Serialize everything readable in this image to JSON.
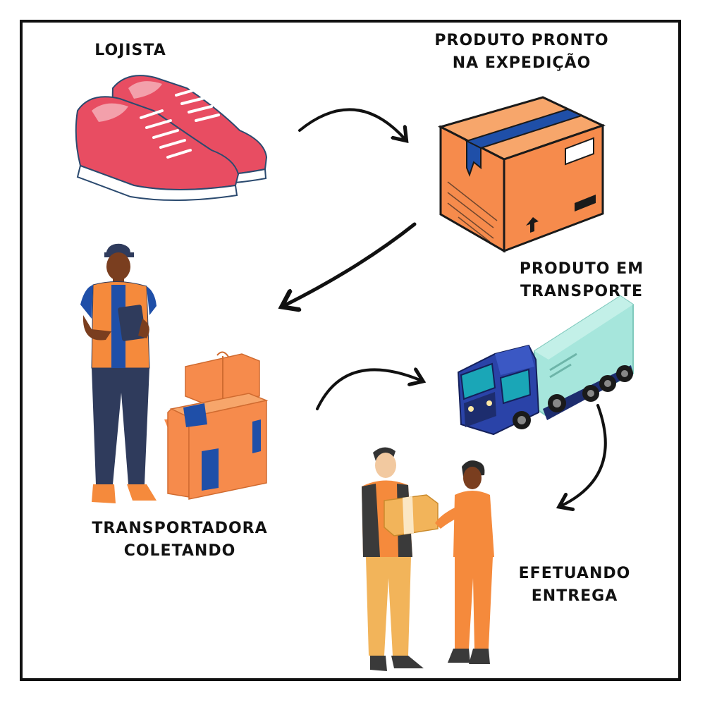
{
  "steps": [
    {
      "id": "lojista",
      "lines": [
        "LOJISTA"
      ]
    },
    {
      "id": "produto-pronto",
      "lines": [
        "PRODUTO PRONTO",
        "NA EXPEDIÇÃO"
      ]
    },
    {
      "id": "produto-em-transporte",
      "lines": [
        "PRODUTO EM",
        "TRANSPORTE"
      ]
    },
    {
      "id": "transportadora-coletando",
      "lines": [
        "TRANSPORTADORA",
        "COLETANDO"
      ]
    },
    {
      "id": "efetuando-entrega",
      "lines": [
        "EFETUANDO",
        "ENTREGA"
      ]
    }
  ],
  "colors": {
    "shoe_red": "#e84d62",
    "box_orange": "#f68b4c",
    "tape_blue": "#1f4fa8",
    "truck_blue": "#2a43a8",
    "trailer_mint": "#a6e6dc",
    "courier_orange": "#f58a3c",
    "pants_navy": "#2f3b5c",
    "mustard": "#f2b45a",
    "outline": "#111111"
  },
  "icons": [
    "shoe-icon",
    "box-icon",
    "truck-icon",
    "courier-icon",
    "handoff-icon"
  ]
}
